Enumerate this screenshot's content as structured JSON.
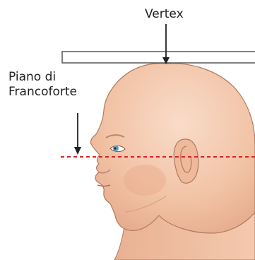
{
  "labels": {
    "vertex": "Vertex",
    "frankfort_line1": "Piano di",
    "frankfort_line2": "Francoforte"
  },
  "colors": {
    "background": "#ffffff",
    "skin": "#f3c6aa",
    "skin_shadow": "#e3a888",
    "skin_highlight": "#f8d8c4",
    "outline": "#b07a60",
    "bar_fill": "#ffffff",
    "bar_stroke": "#555555",
    "arrow": "#222222",
    "frankfort_line": "#d8232a",
    "eye_iris": "#5a9fc4",
    "text": "#1f1f1f"
  },
  "icons": {
    "head": "human-head-profile-illustration",
    "arrows": "down-arrow-icon"
  }
}
